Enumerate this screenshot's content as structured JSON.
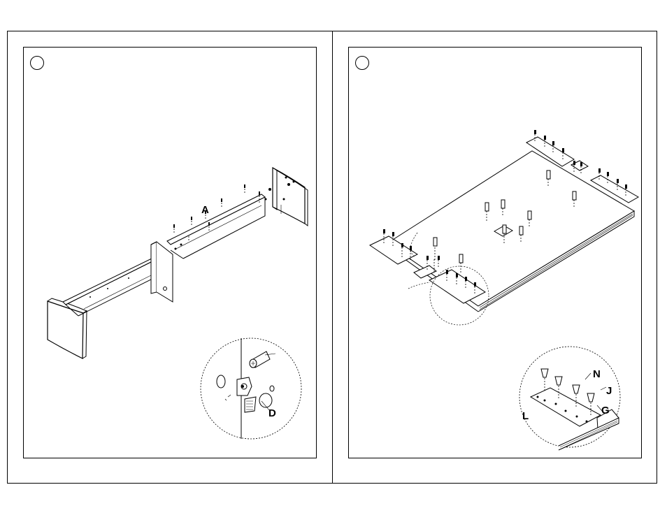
{
  "steps": {
    "left": {
      "number": ""
    },
    "right": {
      "number": ""
    }
  },
  "labels": {
    "left": {
      "part_a": "A",
      "part_d": "D"
    },
    "right": {
      "part_n": "N",
      "part_j": "J",
      "part_g": "G",
      "part_l": "L"
    }
  },
  "colors": {
    "line": "#000000",
    "background": "#ffffff"
  }
}
